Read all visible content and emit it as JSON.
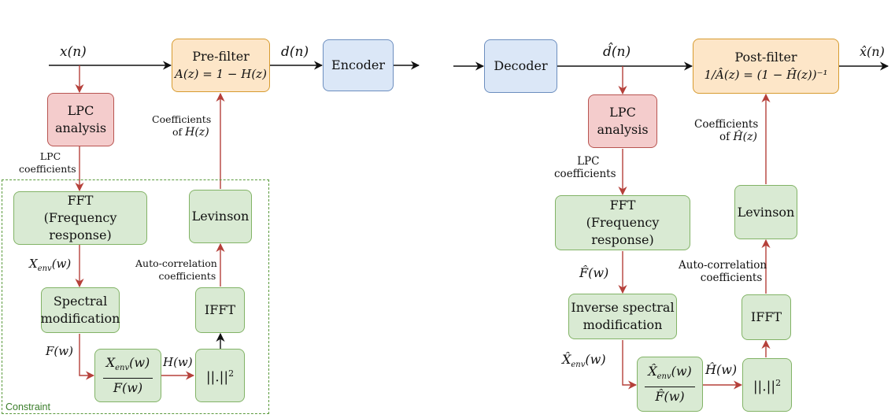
{
  "left": {
    "input": "x(n)",
    "prefilter": {
      "title": "Pre-filter",
      "eq": "A(z) = 1 − H(z)"
    },
    "output_signal": "d(n)",
    "encoder": "Encoder",
    "lpc": {
      "line1": "LPC",
      "line2": "analysis"
    },
    "lpc_coeffs": {
      "line1": "LPC",
      "line2": "coefficients"
    },
    "coeffs_label": {
      "line1": "Coefficients",
      "line2_prefix": "of",
      "line2_math": "H(z)"
    },
    "fft": {
      "line1": "FFT",
      "line2": "(Frequency response)"
    },
    "levinson": "Levinson",
    "xenv_label": "X_env(w)",
    "spectral": {
      "line1": "Spectral",
      "line2": "modification"
    },
    "autocorr": {
      "line1": "Auto-correlation",
      "line2": "coefficients"
    },
    "ifft": "IFFT",
    "fw_label": "F(w)",
    "ratio": {
      "num": "X_env(w)",
      "den": "F(w)"
    },
    "hw_label": "H(w)",
    "norm": "||.||²",
    "constraint": "Constraint"
  },
  "right": {
    "decoder": "Decoder",
    "input_signal": "d̂(n)",
    "postfilter": {
      "title": "Post-filter",
      "eq": "1/Â(z) = (1 − Ĥ(z))⁻¹"
    },
    "output": "x̂(n)",
    "lpc": {
      "line1": "LPC",
      "line2": "analysis"
    },
    "lpc_coeffs": {
      "line1": "LPC",
      "line2": "coefficients"
    },
    "coeffs_label": {
      "line1": "Coefficients",
      "line2_prefix": "of",
      "line2_math": "Ĥ(z)"
    },
    "fft": {
      "line1": "FFT",
      "line2": "(Frequency response)"
    },
    "levinson": "Levinson",
    "fhat_label": "F̂(w)",
    "autocorr": {
      "line1": "Auto-correlation",
      "line2": "coefficients"
    },
    "inverse": {
      "line1": "Inverse spectral",
      "line2": "modification"
    },
    "ifft": "IFFT",
    "xenvhat_label": "X̂_env(w)",
    "ratio": {
      "num": "X̂_env(w)",
      "den": "F̂(w)"
    },
    "hhat_label": "Ĥ(w)",
    "norm": "||.||²"
  },
  "colors": {
    "orange_fill": "#fde6c8",
    "blue_fill": "#dbe7f7",
    "red_fill": "#f4cccc",
    "green_fill": "#d9ead3",
    "red_arrow": "#b5403a",
    "constraint": "#5a9a3c"
  }
}
